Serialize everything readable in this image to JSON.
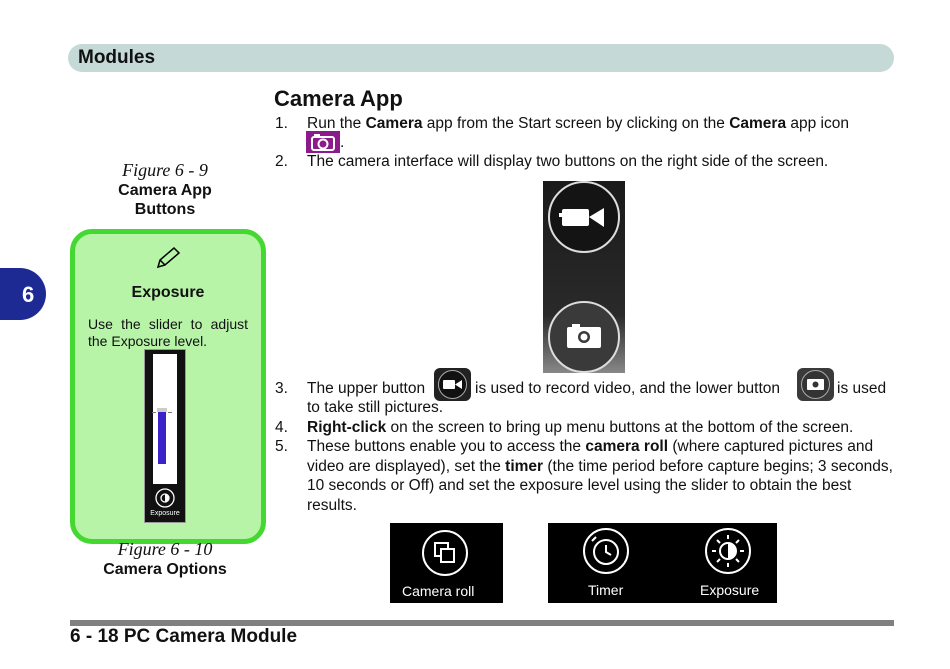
{
  "header": {
    "title": "Modules"
  },
  "chapter_tab": "6",
  "section": {
    "title": "Camera App"
  },
  "steps": [
    {
      "num": "1.",
      "pre": "Run the ",
      "b1": "Camera",
      "mid": " app from the Start screen by clicking on the ",
      "b2": "Camera",
      "post": " app icon"
    },
    {
      "num": "2.",
      "text": "The camera interface will display two buttons on the right side of the screen."
    },
    {
      "num": "3.",
      "pre": "The upper button",
      "mid": "is used to record video, and the lower button",
      "post": "is used",
      "cont": "to take still pictures."
    },
    {
      "num": "4.",
      "b1": "Right-click",
      "post": " on the screen to bring up menu buttons at the bottom of the screen."
    },
    {
      "num": "5.",
      "pre": "These buttons enable you to access the ",
      "b1": "camera roll",
      "mid": " (where captured pictures and video are displayed), set the ",
      "b2": "timer",
      "post": " (the time period before capture begins; 3 seconds, 10 seconds or Off) and set the exposure level using the slider to obtain the best results."
    }
  ],
  "step1_period": ".",
  "figure_9": {
    "num": "Figure 6 - 9",
    "title_line1": "Camera App",
    "title_line2": "Buttons"
  },
  "figure_10": {
    "num": "Figure 6 - 10",
    "title": "Camera Options"
  },
  "tip": {
    "title": "Exposure",
    "text": "Use the slider to adjust the Exposure level.",
    "icon": "pencil-icon"
  },
  "slider": {
    "label": "Exposure",
    "level": 0.6
  },
  "menu": {
    "camera_roll": "Camera roll",
    "timer": "Timer",
    "exposure": "Exposure"
  },
  "footer": {
    "text": "6 - 18  PC Camera Module"
  },
  "colors": {
    "header_bar": "#c5d9d6",
    "chapter_tab": "#1d2a94",
    "tip_fill": "#b7f4a8",
    "tip_border": "#46d832",
    "camera_icon": "#8b1a8b",
    "slider_fill": "#3a24c8"
  }
}
